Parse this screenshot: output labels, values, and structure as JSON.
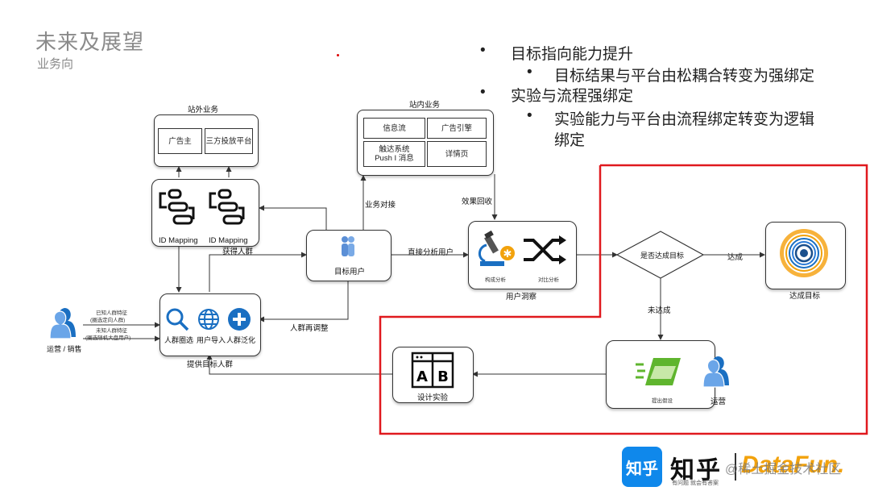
{
  "header": {
    "title": "未来及展望",
    "subtitle": "业务向"
  },
  "bullets": [
    {
      "level": 1,
      "text": "目标指向能力提升"
    },
    {
      "level": 2,
      "text": "目标结果与平台由松耦合转变为强绑定"
    },
    {
      "level": 1,
      "text": "实验与流程强绑定"
    },
    {
      "level": 2,
      "text": "实验能力与平台由流程绑定转变为逻辑"
    },
    {
      "level": 2,
      "text": "绑定",
      "continuation": true
    }
  ],
  "diagram": {
    "external": {
      "title": "站外业务",
      "items": [
        "广告主",
        "三方投放平台"
      ]
    },
    "internal": {
      "title": "站内业务",
      "items": [
        "信息流",
        "广告引擎",
        "触达系统",
        "Push I 消息",
        "详情页"
      ]
    },
    "id_mapping": [
      "ID Mapping",
      "ID Mapping"
    ],
    "target_user": "目标用户",
    "crowd_tools": [
      "人群圈选",
      "用户导入",
      "人群泛化"
    ],
    "ops_sales": "运营 / 销售",
    "known_feature": {
      "line1": "已知人群特征",
      "line2": "(圈选定向人群)"
    },
    "unknown_feature": {
      "line1": "未知人群特征",
      "line2": "(圈选随机大盘用户)"
    },
    "insight": {
      "label": "用户洞察",
      "left": "构成分析",
      "right": "对比分析"
    },
    "decision": "是否达成目标",
    "reached": "达成",
    "not_reached": "未达成",
    "goal": "达成目标",
    "hypothesis": "提出假设",
    "ops": "运营",
    "design": "设计实验",
    "edges": {
      "business_dock": "业务对接",
      "effect_return": "效果回收",
      "get_crowd": "获得人群",
      "direct_analysis": "直接分析用户",
      "crowd_adjust": "人群再调整",
      "provide_target": "提供目标人群"
    }
  },
  "footer": {
    "zhihu_badge": "知乎",
    "zhihu_name": "知乎",
    "zhihu_slogan": "有问题 就会有答案",
    "datafun": "DataFun.",
    "watermark": "@稀土掘金技术社区"
  },
  "colors": {
    "accent_red": "#e0191e",
    "orange": "#f2a20c",
    "blue": "#1a6fc2",
    "zhihu_blue": "#0f88eb"
  }
}
